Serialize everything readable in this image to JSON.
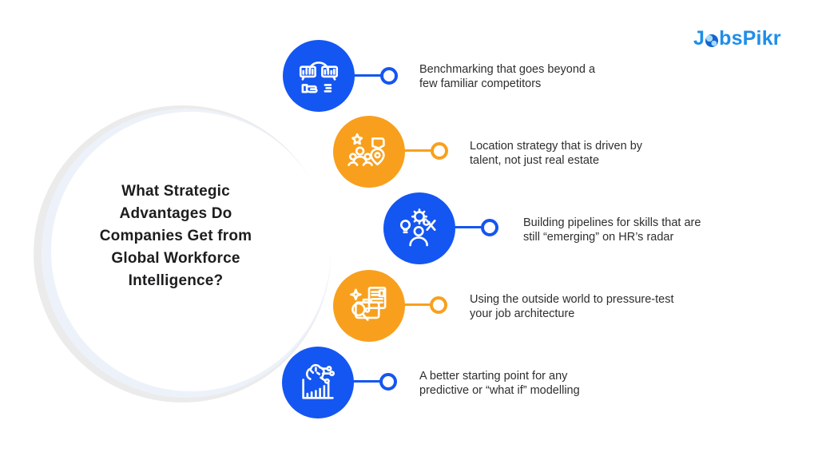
{
  "page": {
    "background": "#ffffff"
  },
  "logo": {
    "part1": "J",
    "part2": "bsPikr",
    "full_name": "JobsPikr",
    "globe_icon": "globe-icon",
    "color": "#1e8ee9"
  },
  "title": {
    "full": "What Strategic Advantages Do Companies Get from Global Workforce Intelligence?",
    "lines": [
      "What Strategic",
      "Advantages Do",
      "Companies Get from",
      "Global Workforce",
      "Intelligence?"
    ]
  },
  "palette": {
    "blue": "#1456f1",
    "orange": "#f8a01d",
    "arc_gray": "#ebebeb",
    "arc_light_blue": "#edf2fa",
    "title_text": "#1d1d1f",
    "body_text": "#2e2e2e"
  },
  "items": [
    {
      "icon": "benchmarking-chart-bubbles-icon",
      "color": "#1456f1",
      "lines": [
        "Benchmarking that goes beyond a",
        "few familiar competitors"
      ]
    },
    {
      "icon": "location-talent-pin-icon",
      "color": "#f8a01d",
      "lines": [
        "Location strategy that is driven by",
        "talent, not just real estate"
      ]
    },
    {
      "icon": "skills-person-gear-tools-icon",
      "color": "#1456f1",
      "lines": [
        "Building pipelines for skills that are",
        "still “emerging” on HR’s radar"
      ]
    },
    {
      "icon": "briefcase-search-resume-icon",
      "color": "#f8a01d",
      "lines": [
        "Using the outside world to pressure-test",
        "your job architecture"
      ]
    },
    {
      "icon": "brain-circuit-bar-chart-icon",
      "color": "#1456f1",
      "lines": [
        "A better starting point for any",
        "predictive or “what if” modelling"
      ]
    }
  ]
}
